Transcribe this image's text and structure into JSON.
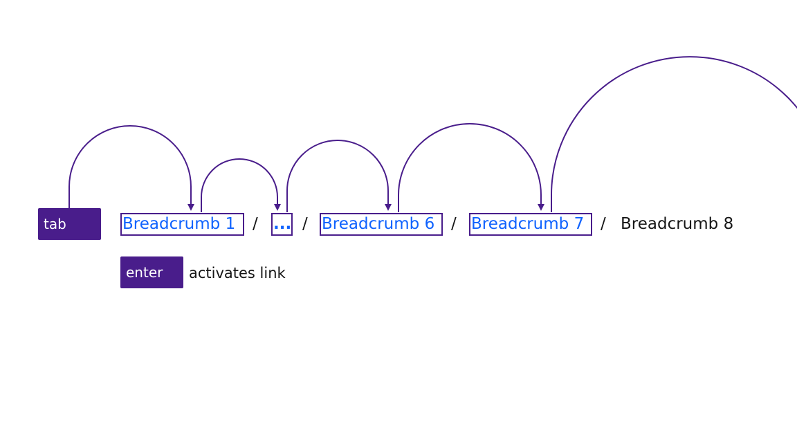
{
  "keys": {
    "tab": "tab",
    "enter": "enter"
  },
  "breadcrumbs": {
    "items": [
      {
        "label": "Breadcrumb 1",
        "is_link": true
      },
      {
        "label": "...",
        "is_link": true
      },
      {
        "label": "Breadcrumb 6",
        "is_link": true
      },
      {
        "label": "Breadcrumb 7",
        "is_link": true
      },
      {
        "label": "Breadcrumb 8",
        "is_link": false
      }
    ],
    "separator": "/"
  },
  "enter_description": "activates link",
  "colors": {
    "accent": "#491d8b",
    "link": "#0f62fe",
    "text": "#161616",
    "background": "#ffffff"
  }
}
